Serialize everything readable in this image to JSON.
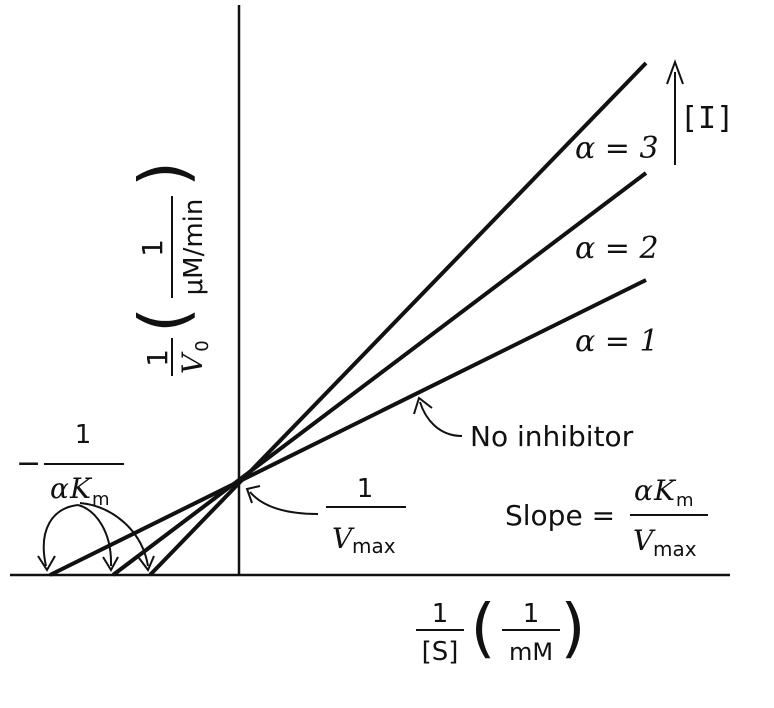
{
  "lines": [
    {
      "alpha_label": "α = 3"
    },
    {
      "alpha_label": "α = 2"
    },
    {
      "alpha_label": "α = 1"
    }
  ],
  "inhibitor_arrow_label": "[I]",
  "no_inhibitor_label": "No inhibitor",
  "y_axis": {
    "one": "1",
    "v0_main": "V",
    "v0_sub": "0",
    "unit_one": "1",
    "unit_den": "μM/min"
  },
  "x_axis": {
    "one": "1",
    "s_den": "[S]",
    "unit_one": "1",
    "unit_den": "mM"
  },
  "x_intercept_label": {
    "minus": "−",
    "one": "1",
    "alpha": "α",
    "k": "K",
    "k_sub": "m"
  },
  "y_intercept_label": {
    "one": "1",
    "v": "V",
    "v_sub": "max"
  },
  "slope_label": {
    "prefix": "Slope =",
    "alpha": "α",
    "k": "K",
    "k_sub": "m",
    "v": "V",
    "v_sub": "max"
  },
  "colors": {
    "ink": "#111111",
    "background": "#ffffff"
  }
}
